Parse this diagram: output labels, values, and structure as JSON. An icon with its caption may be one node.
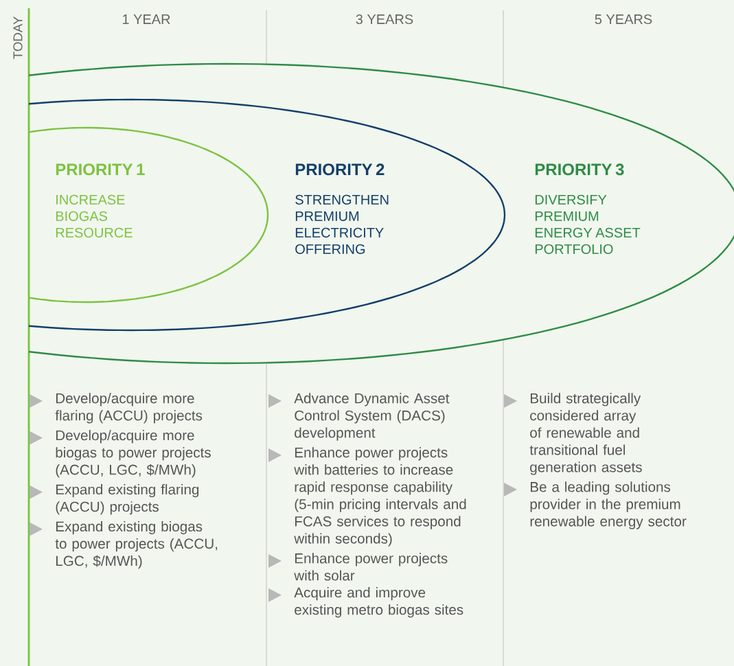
{
  "diagram": {
    "nodes": [
      {
        "text": [
          "PRIORITY 3",
          "DIVERSIFY PREMIUM ENERGY ASSET PORTFOLIO"
        ]
      },
      {
        "text": [
          "PRIORITY 2",
          "STRENGTHEN PREMIUM ELECTRICITY OFFERING"
        ],
        "in": 0
      },
      {
        "text": [
          "PRIORITY 1",
          "INCREASE BIOGAS RESOURCE"
        ],
        "in": 1
      }
    ],
    "labels": [
      "TODAY",
      "1 YEAR",
      "3 YEARS",
      "5 YEARS",
      "Develop/acquire more flaring (ACCU) projects",
      "Develop/acquire more biogas to power projects (ACCU, LGC, $/MWh)",
      "Expand existing flaring (ACCU) projects",
      "Expand existing biogas to power projects (ACCU, LGC, $/MWh)",
      "Advance Dynamic Asset Control System (DACS) development",
      "Enhance power projects with batteries to increase rapid response capability (5-min pricing intervals and FCAS services to respond within seconds)",
      "Enhance power projects with solar",
      "Acquire and improve existing metro biogas sites",
      "Build strategically considered array of renewable and transitional fuel generation assets",
      "Be a leading solutions provider in the premium renewable energy sector"
    ]
  }
}
